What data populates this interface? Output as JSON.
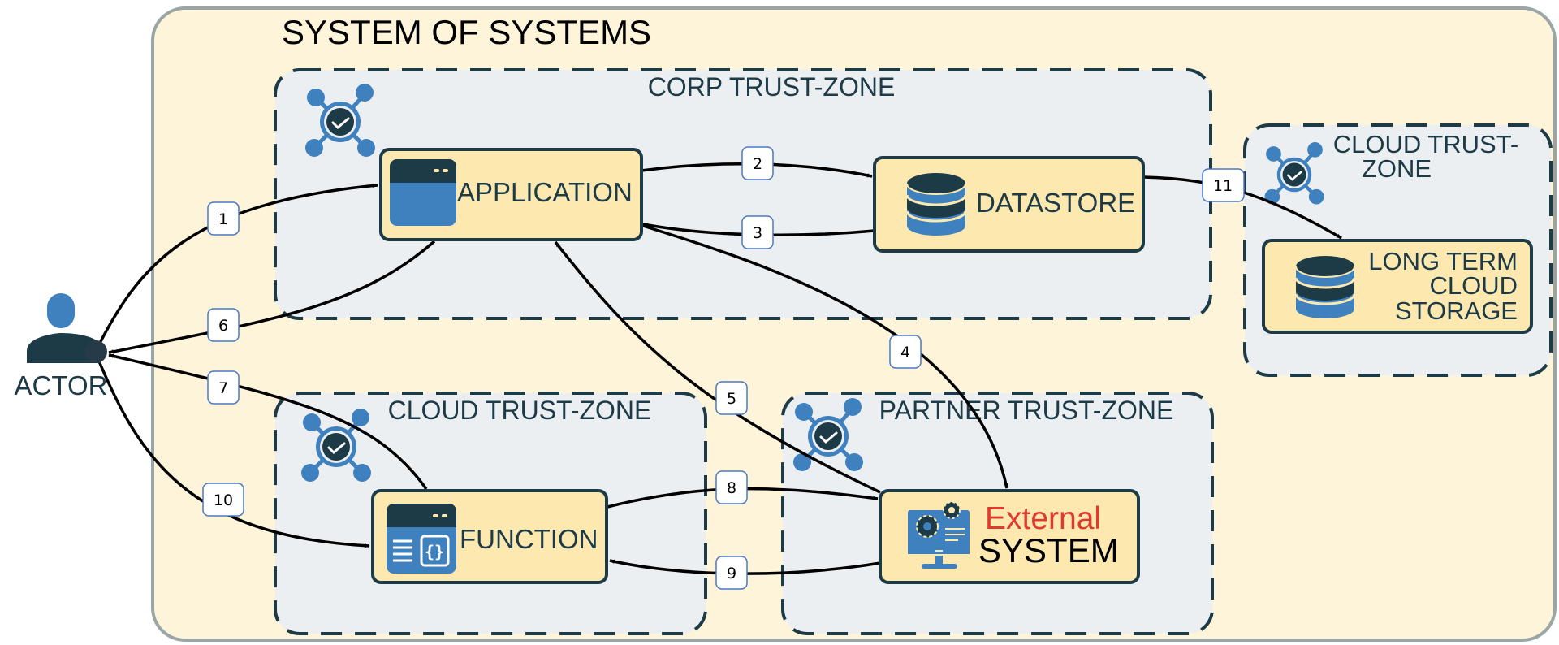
{
  "title": "SYSTEM OF SYSTEMS",
  "actor": {
    "label": "ACTOR"
  },
  "zones": {
    "corp": {
      "label": "CORP TRUST-ZONE"
    },
    "cloud_right": {
      "label_line1": "CLOUD TRUST-",
      "label_line2": "ZONE"
    },
    "cloud_bottom": {
      "label": "CLOUD TRUST-ZONE"
    },
    "partner": {
      "label": "PARTNER TRUST-ZONE"
    }
  },
  "nodes": {
    "application": {
      "label": "APPLICATION",
      "icon": "app-window-icon"
    },
    "datastore": {
      "label": "DATASTORE",
      "icon": "database-icon"
    },
    "long_term_storage": {
      "line1": "LONG TERM",
      "line2": "CLOUD",
      "line3": "STORAGE",
      "icon": "database-icon"
    },
    "function": {
      "label": "FUNCTION",
      "icon": "function-code-icon"
    },
    "external": {
      "line1": "External",
      "line2": "SYSTEM",
      "icon": "monitor-gears-icon"
    }
  },
  "edges": [
    {
      "id": "1",
      "label": "1",
      "from": "actor",
      "to": "application"
    },
    {
      "id": "2",
      "label": "2",
      "from": "application",
      "to": "datastore"
    },
    {
      "id": "3",
      "label": "3",
      "from": "datastore",
      "to": "application"
    },
    {
      "id": "4",
      "label": "4",
      "from": "application",
      "to": "external"
    },
    {
      "id": "5",
      "label": "5",
      "from": "external",
      "to": "application"
    },
    {
      "id": "6",
      "label": "6",
      "from": "application",
      "to": "actor"
    },
    {
      "id": "7",
      "label": "7",
      "from": "function",
      "to": "actor"
    },
    {
      "id": "8",
      "label": "8",
      "from": "function",
      "to": "external"
    },
    {
      "id": "9",
      "label": "9",
      "from": "external",
      "to": "function"
    },
    {
      "id": "10",
      "label": "10",
      "from": "actor",
      "to": "function"
    },
    {
      "id": "11",
      "label": "11",
      "from": "datastore",
      "to": "long_term_storage"
    }
  ],
  "colors": {
    "outer_fill": "#fdf4da",
    "outer_stroke": "#9aa5a6",
    "zone_fill": "#eceff2",
    "zone_stroke": "#1d3a47",
    "node_fill": "#fde9b0",
    "node_stroke": "#1d3a47",
    "icon_blue": "#3f80be",
    "icon_dark": "#1d3a47",
    "external_red": "#e03a2f",
    "edge": "#000000",
    "edge_label_stroke": "#4a78c8"
  }
}
